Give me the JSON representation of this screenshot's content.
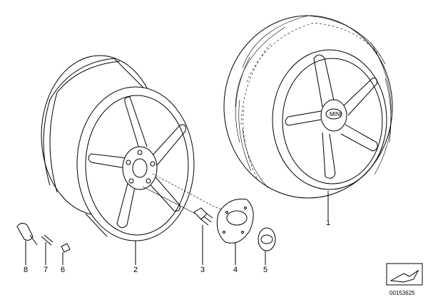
{
  "callouts": [
    {
      "id": "1",
      "label": "1"
    },
    {
      "id": "2",
      "label": "2"
    },
    {
      "id": "3",
      "label": "3"
    },
    {
      "id": "4",
      "label": "4"
    },
    {
      "id": "5",
      "label": "5"
    },
    {
      "id": "6",
      "label": "6"
    },
    {
      "id": "7",
      "label": "7"
    },
    {
      "id": "8",
      "label": "8"
    }
  ],
  "hub_logo_text": "MINI",
  "diagram_code": "00153625",
  "icons": [
    "wheel-with-tyre-icon",
    "light-alloy-rim-icon",
    "wheel-bolt-icon",
    "hub-cap-icon",
    "emblem-icon",
    "valve-cap-icon",
    "tpms-valve-icon",
    "valve-stem-icon",
    "next-page-icon"
  ]
}
